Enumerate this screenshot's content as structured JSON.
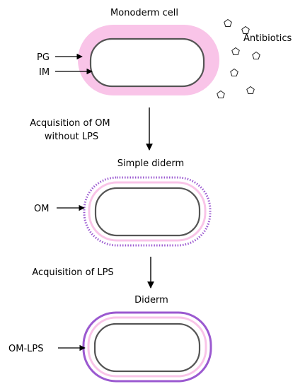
{
  "stages": [
    {
      "title": "Monoderm cell",
      "labels": [
        "PG",
        "IM"
      ]
    },
    {
      "title": "Simple diderm",
      "labels": [
        "OM"
      ]
    },
    {
      "title": "Diderm",
      "labels": [
        "OM-LPS"
      ]
    }
  ],
  "transitions": [
    {
      "lines": [
        "Acquisition of OM",
        "without LPS"
      ]
    },
    {
      "lines": [
        "Acquisition of LPS"
      ]
    }
  ],
  "antibiotics": {
    "label": "Antibiotics",
    "marker_count": 7,
    "icon": "pentagon-outline-icon"
  },
  "colors": {
    "peptidoglycan": "#f9c4e8",
    "inner_membrane": "#555555",
    "outer_membrane_dotted": "#9b59d0",
    "outer_membrane_lps": "#9b59d0",
    "arrow": "#000000"
  }
}
